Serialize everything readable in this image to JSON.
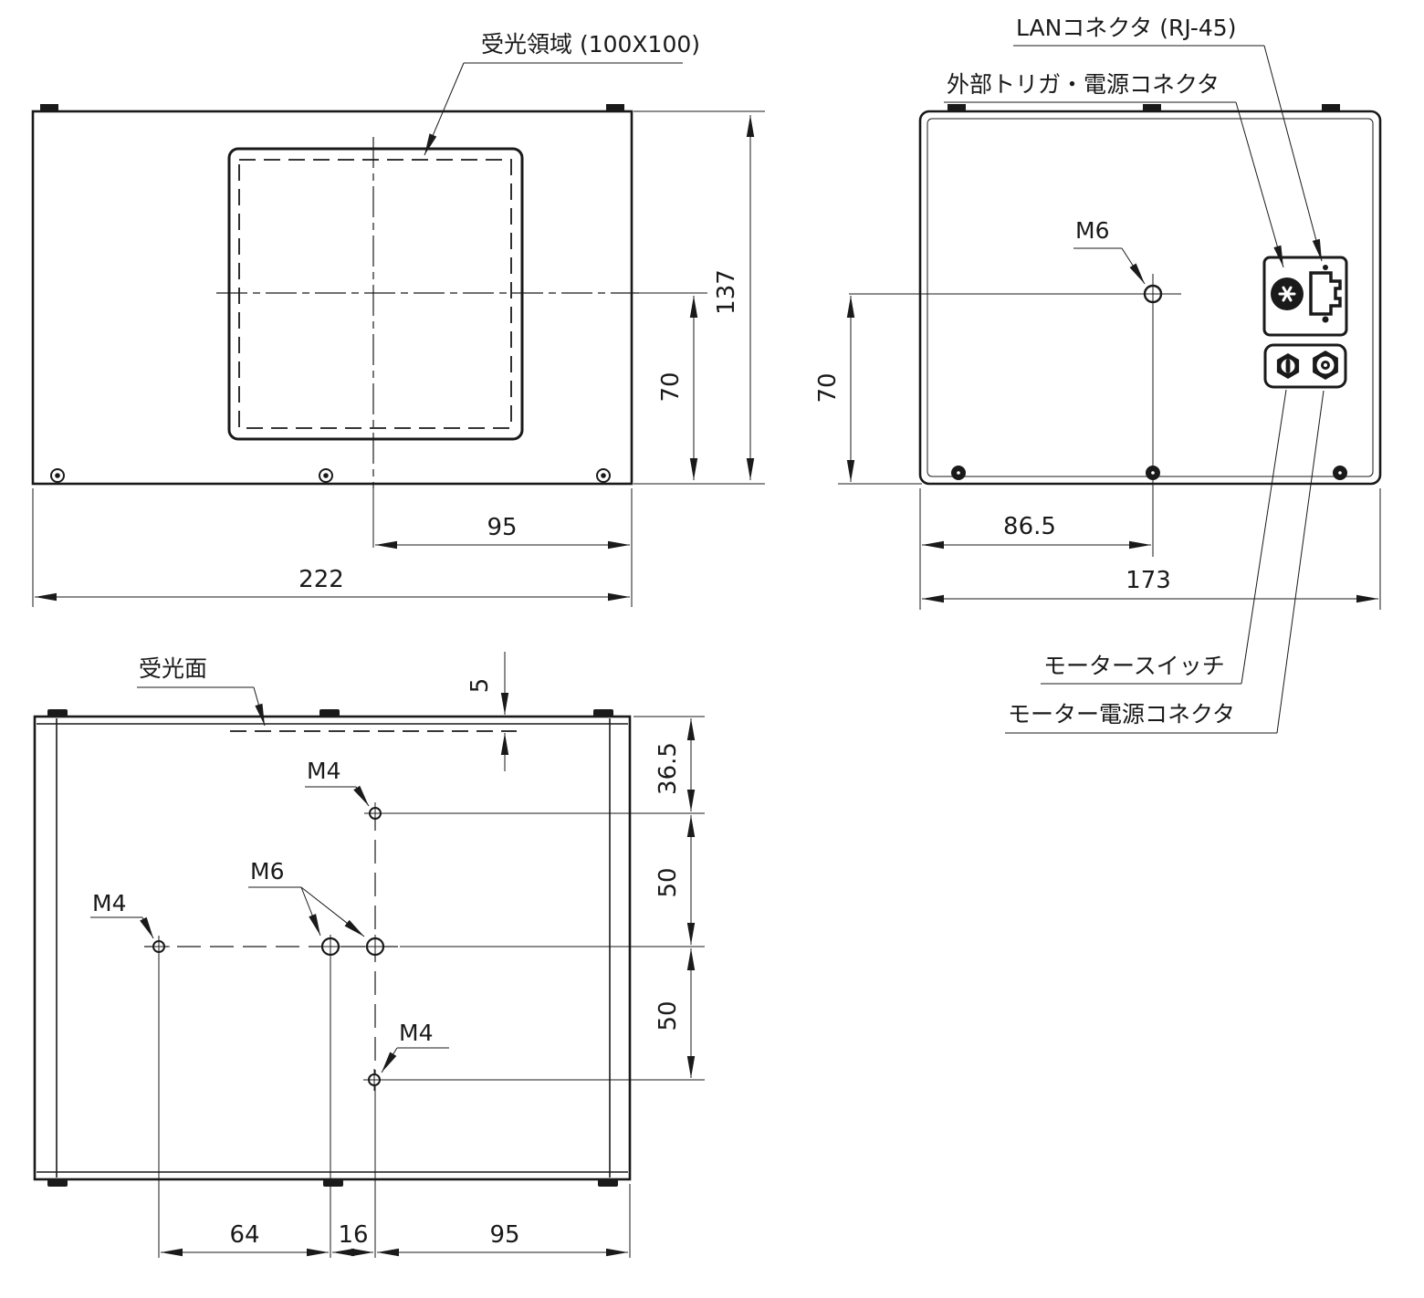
{
  "front_view": {
    "area_label": "受光領域 (100X100)",
    "dim_height": "137",
    "dim_center_height": "70",
    "dim_half_width": "95",
    "dim_width": "222"
  },
  "rear_view": {
    "lan_label": "LANコネクタ (RJ-45)",
    "trigger_label": "外部トリガ・電源コネクタ",
    "m6_label": "M6",
    "dim_center_height": "70",
    "dim_hole_offset": "86.5",
    "dim_depth": "173",
    "motor_switch_label": "モータースイッチ",
    "motor_power_label": "モーター電源コネクタ"
  },
  "bottom_view": {
    "surface_label": "受光面",
    "dim_surface_offset": "5",
    "m4_top_label": "M4",
    "m6_label": "M6",
    "m4_left_label": "M4",
    "m4_bottom_label": "M4",
    "dim_top_offset": "36.5",
    "dim_pitch_upper": "50",
    "dim_pitch_lower": "50",
    "dim_left": "64",
    "dim_mid": "16",
    "dim_right": "95"
  }
}
